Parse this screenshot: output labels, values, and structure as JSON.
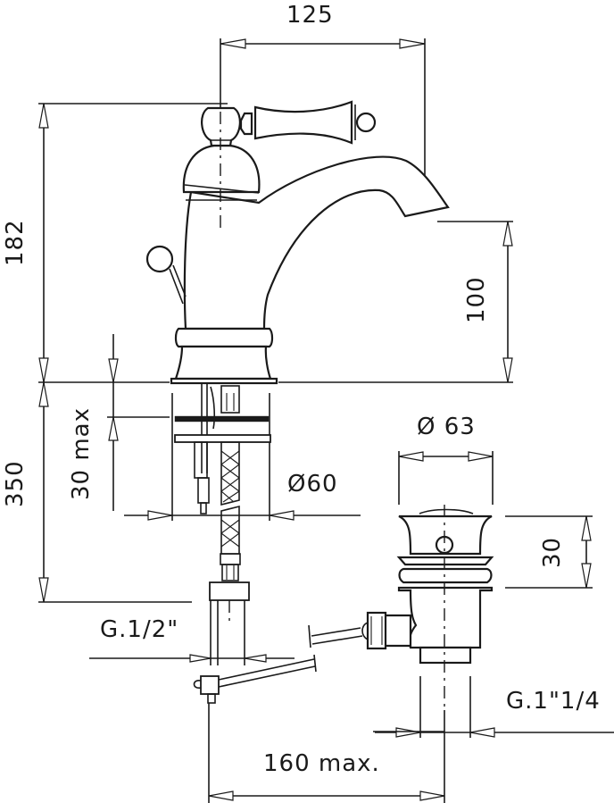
{
  "drawing": {
    "title": "Single-lever basin mixer technical drawing",
    "units": "mm"
  },
  "dimensions": {
    "spout_reach": "125",
    "overall_height": "182",
    "spout_height": "100",
    "hose_length": "350",
    "deck_thickness": "30 max",
    "base_diameter": "Ø60",
    "waste_diameter": "Ø 63",
    "waste_height": "30",
    "inlet_thread": "G.1/2\"",
    "waste_thread": "G.1\"1/4",
    "rod_length": "160 max."
  },
  "colors": {
    "line": "#1a1a1a",
    "background": "#ffffff"
  }
}
